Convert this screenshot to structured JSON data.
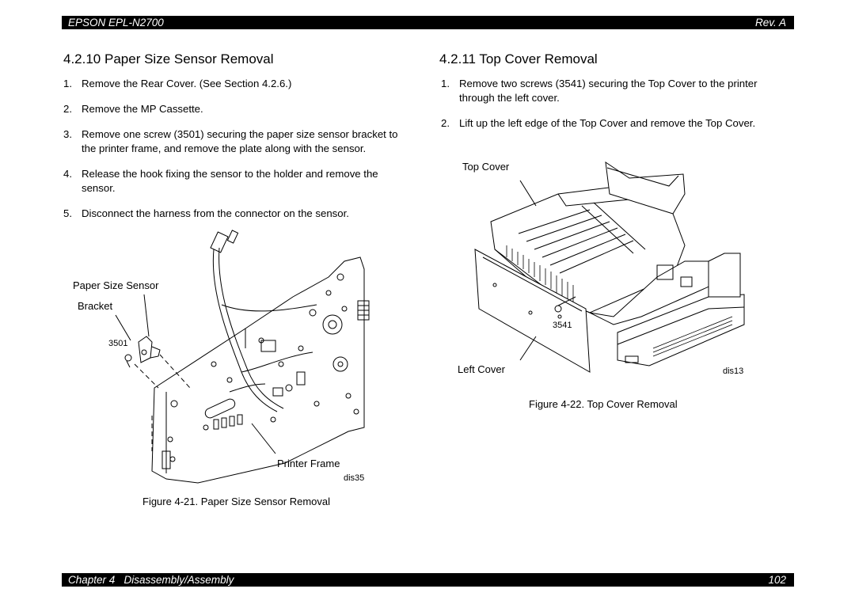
{
  "header": {
    "model": "EPSON EPL-N2700",
    "revision": "Rev. A"
  },
  "left_section": {
    "title": "4.2.10  Paper Size Sensor Removal",
    "steps": [
      {
        "num": "1.",
        "text": "Remove the Rear Cover. (See Section 4.2.6.)"
      },
      {
        "num": "2.",
        "text": "Remove the MP Cassette."
      },
      {
        "num": "3.",
        "text": "Remove one screw (3501) securing the paper size sensor bracket to the printer frame, and remove the plate along with the sensor."
      },
      {
        "num": "4.",
        "text": "Release the hook fixing the sensor to the holder and remove the sensor."
      },
      {
        "num": "5.",
        "text": "Disconnect the harness from the connector on the sensor."
      }
    ],
    "figure": {
      "label_sensor": "Paper Size Sensor",
      "label_bracket": "Bracket",
      "label_screw": "3501",
      "label_frame": "Printer Frame",
      "label_id": "dis35",
      "caption": "Figure 4-21.  Paper Size Sensor Removal"
    }
  },
  "right_section": {
    "title": "4.2.11  Top Cover Removal",
    "steps": [
      {
        "num": "1.",
        "text": "Remove two screws (3541) securing the Top Cover to the printer through the left cover."
      },
      {
        "num": "2.",
        "text": "Lift up the left edge of the Top Cover and remove the Top Cover."
      }
    ],
    "figure": {
      "label_top_cover": "Top Cover",
      "label_screw": "3541",
      "label_left_cover": "Left Cover",
      "label_id": "dis13",
      "caption": "Figure 4-22.  Top Cover Removal"
    }
  },
  "footer": {
    "chapter": "Chapter 4   Disassembly/Assembly",
    "page": "102"
  }
}
